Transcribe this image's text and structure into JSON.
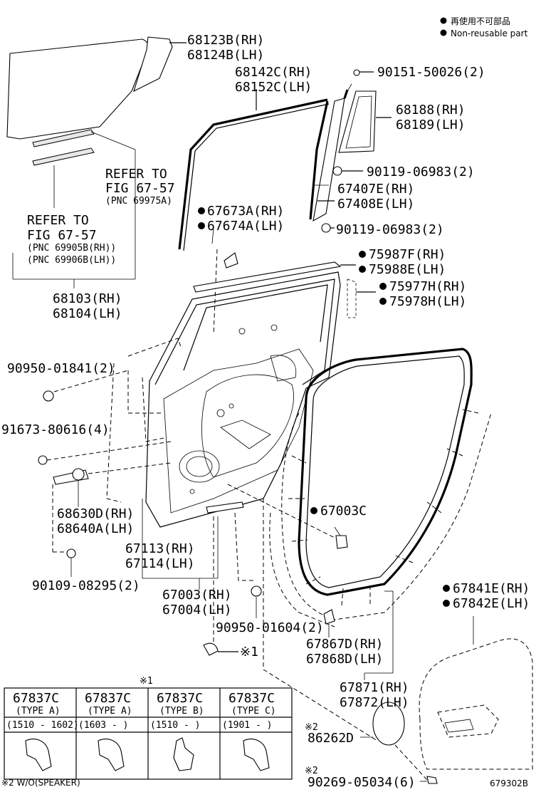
{
  "legend": {
    "non_reusable_jp": "再使用不可部品",
    "non_reusable_en": "Non-reusable part",
    "bullet": "●"
  },
  "labels": {
    "p68123": "68123B(RH)",
    "p68124": "68124B(LH)",
    "p68142": "68142C(RH)",
    "p68152": "68152C(LH)",
    "p90151": "90151-50026(2)",
    "p68188": "68188(RH)",
    "p68189": "68189(LH)",
    "refer_to_a": "REFER TO",
    "fig_a": "FIG 67-57",
    "pnc_a": "(PNC 69975A)",
    "p90119a": "90119-06983(2)",
    "p67407": "67407E(RH)",
    "p67408": "67408E(LH)",
    "p67673": "67673A(RH)",
    "p67674": "67674A(LH)",
    "p90119b": "90119-06983(2)",
    "refer_to_b": "REFER TO",
    "fig_b": "FIG 67-57",
    "pnc_b1": "(PNC 69905B(RH))",
    "pnc_b2": "(PNC 69906B(LH))",
    "p75987": "75987F(RH)",
    "p75988": "75988E(LH)",
    "p75977": "75977H(RH)",
    "p75978": "75978H(LH)",
    "p68103": "68103(RH)",
    "p68104": "68104(LH)",
    "p90950a": "90950-01841(2)",
    "p91673": "91673-80616(4)",
    "p67003c": "67003C",
    "p68630": "68630D(RH)",
    "p68640": "68640A(LH)",
    "p67113": "67113(RH)",
    "p67114": "67114(LH)",
    "p90109": "90109-08295(2)",
    "p67003": "67003(RH)",
    "p67004": "67004(LH)",
    "p67841": "67841E(RH)",
    "p67842": "67842E(LH)",
    "p90950b": "90950-01604(2)",
    "p67867": "67867D(RH)",
    "p67868": "67868D(LH)",
    "ref1": "※1",
    "p67871": "67871(RH)",
    "p67872": "67872(LH)",
    "ref2a": "※2",
    "p86262": "86262D",
    "ref2b": "※2",
    "p90269": "90269-05034(6)",
    "footnote": "※2 W/O(SPEAKER)",
    "fig_code": "679302B"
  },
  "table": {
    "marker": "※1",
    "columns": [
      {
        "part": "67837C",
        "type": "(TYPE A)",
        "range": "(1510 - 1602)"
      },
      {
        "part": "67837C",
        "type": "(TYPE A)",
        "range": "(1603 -      )"
      },
      {
        "part": "67837C",
        "type": "(TYPE B)",
        "range": "(1510 -      )"
      },
      {
        "part": "67837C",
        "type": "(TYPE C)",
        "range": "(1901 -      )"
      }
    ]
  }
}
